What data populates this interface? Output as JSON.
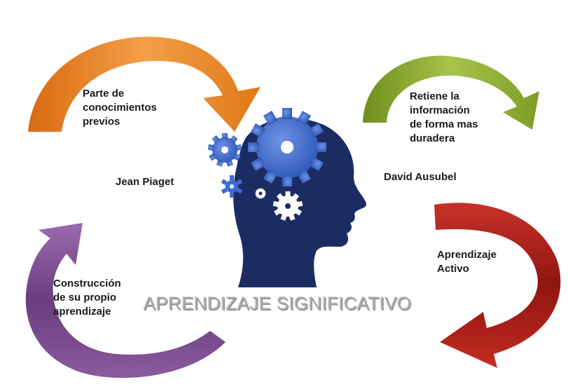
{
  "diagram": {
    "title": "APRENDIZAJE SIGNIFICATIVO",
    "labels": {
      "top_left": "Parte de\nconocimientos\nprevios",
      "left_author": "Jean Piaget",
      "top_right": "Retiene la\ninformación\nde forma mas\nduradera",
      "right_author": "David Ausubel",
      "right": "Aprendizaje\nActivo",
      "bottom_left": "Construcción\nde su propio\naprendizaje"
    },
    "colors": {
      "orange_arrow": "#e8821e",
      "green_arrow": "#8dab2e",
      "red_arrow": "#b0231e",
      "purple_arrow": "#7a4f8f",
      "head": "#1b2c63",
      "gears": "#3d6bd0",
      "title": "#a8a8a8"
    },
    "icons": [
      "head-silhouette-icon",
      "gear-icon"
    ]
  }
}
